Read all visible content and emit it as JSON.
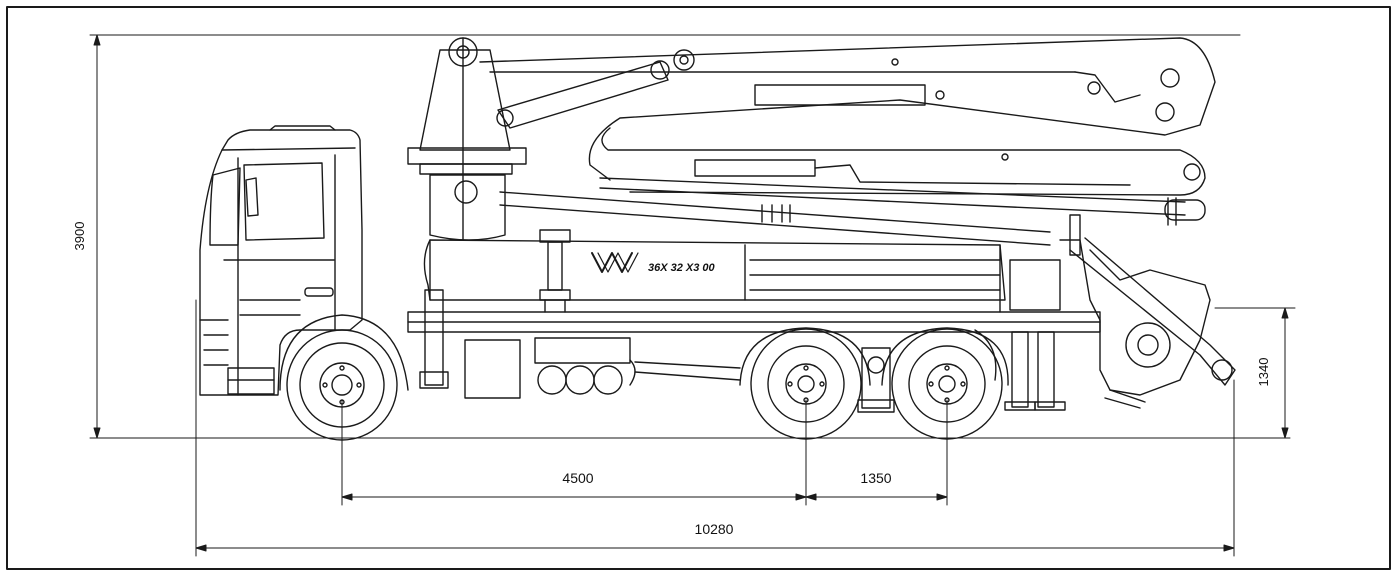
{
  "dimensions": {
    "overall_height": "3900",
    "wheelbase_front_to_mid": "4500",
    "rear_axle_spacing": "1350",
    "overall_length": "10280",
    "rear_pump_height": "1340"
  },
  "truck": {
    "logo_text": "ѠѠ",
    "panel_text": "36X 32 X3 00"
  },
  "colors": {
    "line": "#1a1a1a",
    "background": "#ffffff"
  }
}
